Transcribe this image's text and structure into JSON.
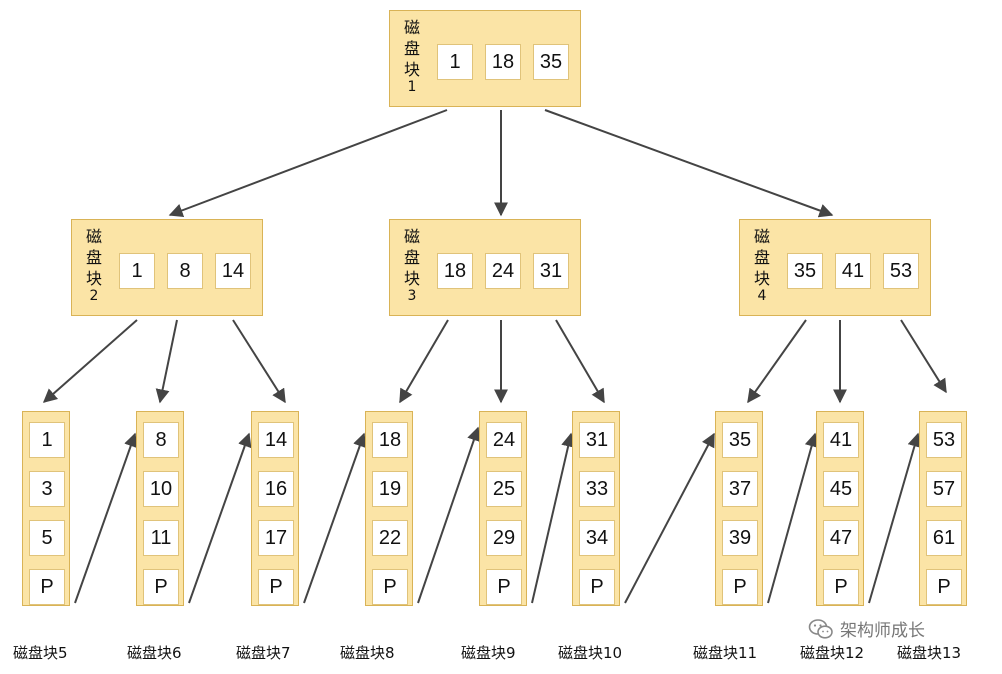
{
  "root": {
    "label_chars": [
      "磁",
      "盘",
      "块"
    ],
    "label_num": "1",
    "keys": [
      "1",
      "18",
      "35"
    ]
  },
  "level2": [
    {
      "label_chars": [
        "磁",
        "盘",
        "块"
      ],
      "label_num": "2",
      "keys": [
        "1",
        "8",
        "14"
      ]
    },
    {
      "label_chars": [
        "磁",
        "盘",
        "块"
      ],
      "label_num": "3",
      "keys": [
        "18",
        "24",
        "31"
      ]
    },
    {
      "label_chars": [
        "磁",
        "盘",
        "块"
      ],
      "label_num": "4",
      "keys": [
        "35",
        "41",
        "53"
      ]
    }
  ],
  "leaves": [
    {
      "keys": [
        "1",
        "3",
        "5",
        "P"
      ],
      "caption": "磁盘块5"
    },
    {
      "keys": [
        "8",
        "10",
        "11",
        "P"
      ],
      "caption": "磁盘块6"
    },
    {
      "keys": [
        "14",
        "16",
        "17",
        "P"
      ],
      "caption": "磁盘块7"
    },
    {
      "keys": [
        "18",
        "19",
        "22",
        "P"
      ],
      "caption": "磁盘块8"
    },
    {
      "keys": [
        "24",
        "25",
        "29",
        "P"
      ],
      "caption": "磁盘块9"
    },
    {
      "keys": [
        "31",
        "33",
        "34",
        "P"
      ],
      "caption": "磁盘块10"
    },
    {
      "keys": [
        "35",
        "37",
        "39",
        "P"
      ],
      "caption": "磁盘块11"
    },
    {
      "keys": [
        "41",
        "45",
        "47",
        "P"
      ],
      "caption": "磁盘块12"
    },
    {
      "keys": [
        "53",
        "57",
        "61",
        "P"
      ],
      "caption": "磁盘块13"
    }
  ],
  "watermark": {
    "text": "架构师成长",
    "icon": "wechat-icon"
  },
  "colors": {
    "node_fill": "#fbe4a6",
    "node_border": "#d9b356",
    "key_fill": "#ffffff",
    "arrow": "#444444"
  }
}
